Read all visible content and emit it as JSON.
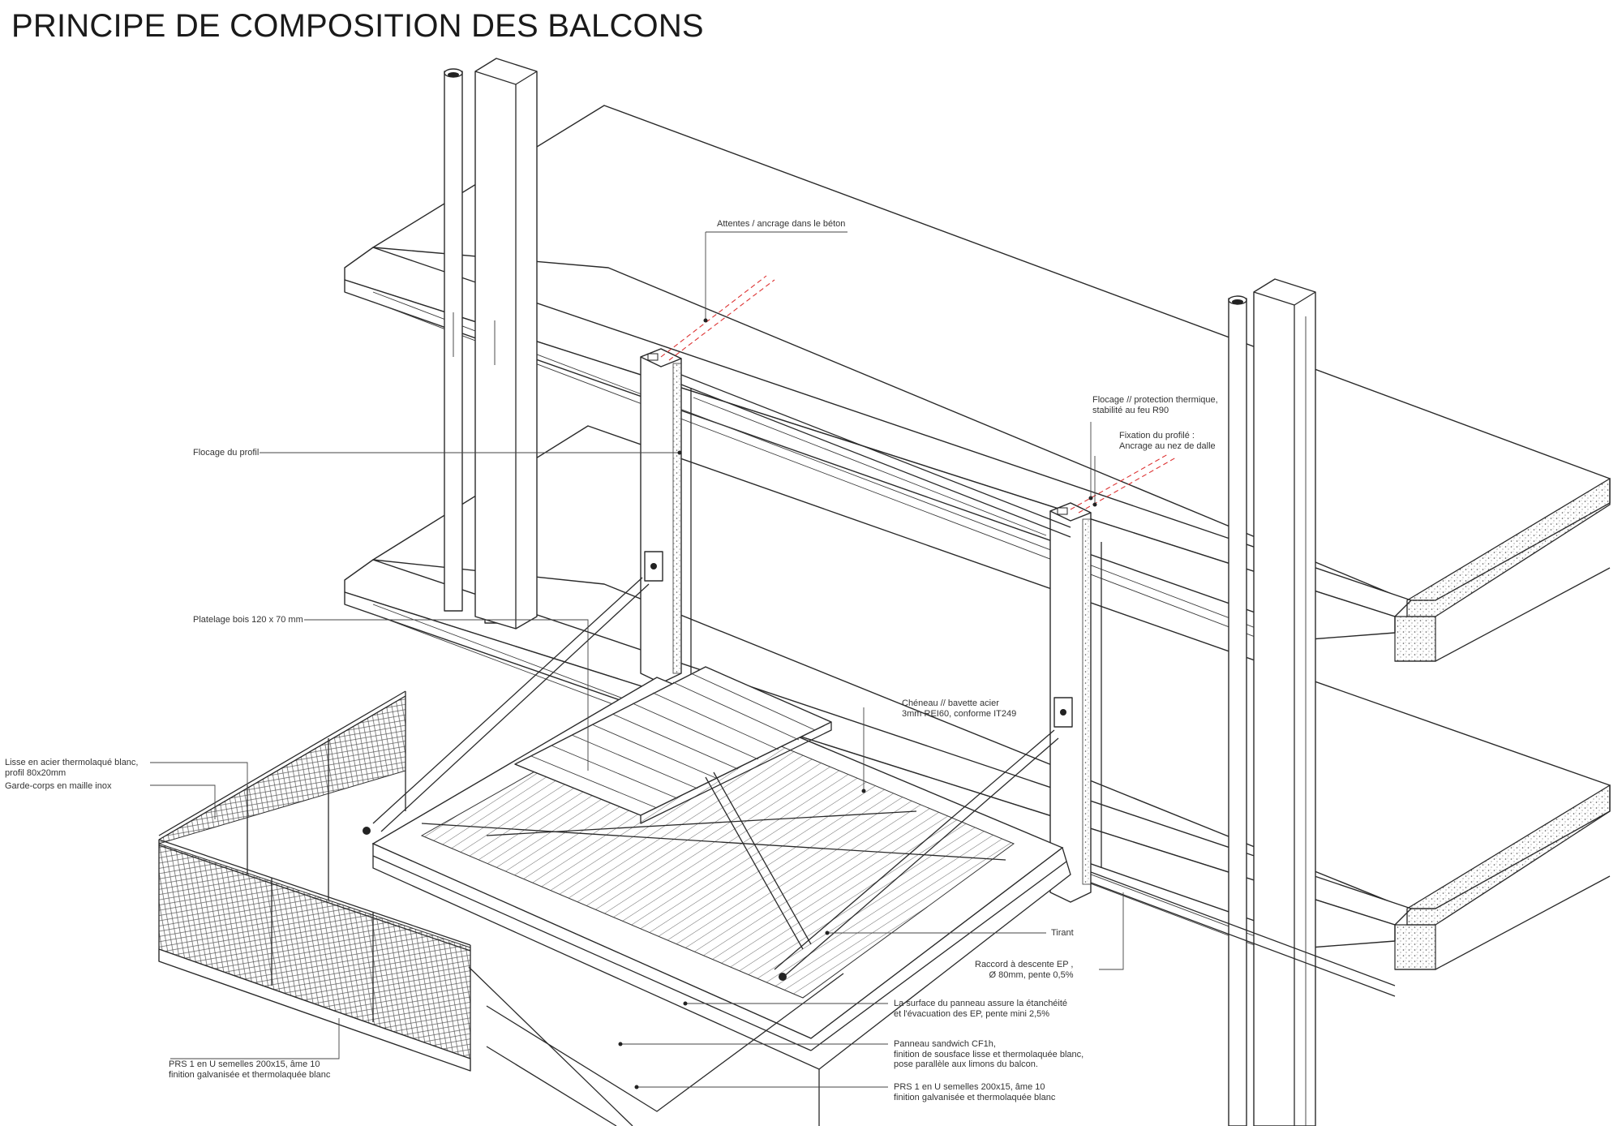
{
  "title": "PRINCIPE DE COMPOSITION DES BALCONS",
  "annotations": {
    "attentes": [
      "Attentes / ancrage dans le béton"
    ],
    "flocage_thermique": [
      "Flocage // protection thermique,",
      "stabilité au feu R90"
    ],
    "fixation": [
      "Fixation du profilé :",
      "Ancrage au nez de dalle"
    ],
    "flocage_profil": [
      "Flocage du profil"
    ],
    "platelage": [
      "Platelage bois 120 x 70 mm"
    ],
    "cheneau": [
      "Chéneau // bavette acier",
      "3mm  REI60, conforme IT249"
    ],
    "lisse": [
      "Lisse en acier thermolaqué blanc,",
      "profil 80x20mm"
    ],
    "garde_corps": [
      "Garde-corps en maille inox"
    ],
    "tirant": [
      "Tirant"
    ],
    "raccord": [
      "Raccord à descente EP ,",
      "Ø 80mm, pente 0,5%"
    ],
    "surface": [
      "La surface du panneau assure la étanchéité",
      "et l'évacuation des EP, pente mini 2,5%"
    ],
    "panneau": [
      "Panneau sandwich CF1h,",
      "finition de sousface lisse et thermolaquée blanc,",
      "pose parallèle aux limons du balcon."
    ],
    "prs_left": [
      "PRS 1 en U semelles 200x15, âme 10",
      "finition galvanisée et thermolaquée blanc"
    ],
    "prs_right": [
      "PRS 1 en U semelles 200x15, âme 10",
      "finition galvanisée et thermolaquée blanc"
    ]
  }
}
